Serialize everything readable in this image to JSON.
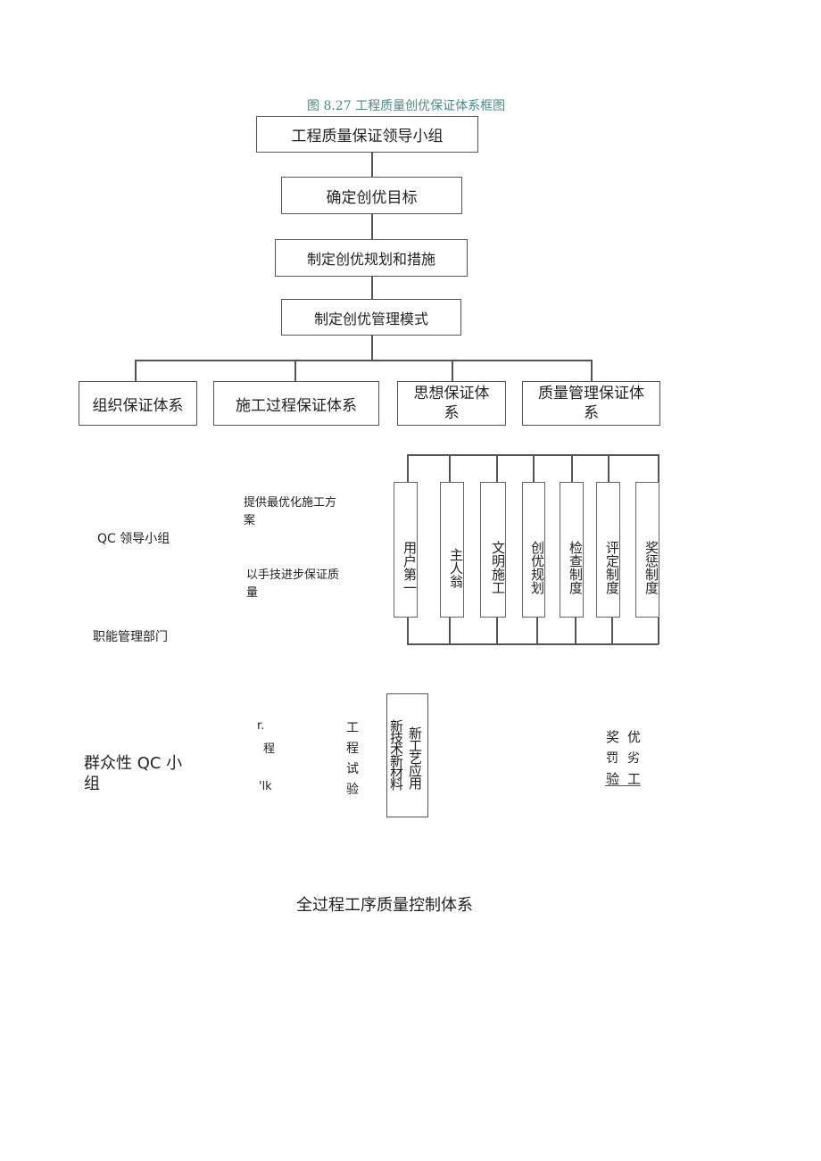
{
  "figure_caption": "图 8.27 工程质量创优保证体系框图",
  "flow": {
    "leader_group": "工程质量保证领导小组",
    "goal": "确定创优目标",
    "plan": "制定创优规划和措施",
    "mode": "制定创优管理模式"
  },
  "systems": {
    "org": "组织保证体系",
    "construction": "施工过程保证体系",
    "thought_line1": "思想保证体",
    "thought_line2": "系",
    "quality_line1": "质量管理保证体",
    "quality_line2": "系"
  },
  "left_column": {
    "qc_leader": "QC 领导小组",
    "functional_dept": "职能管理部门",
    "mass_qc_line1": "群众性 QC 小",
    "mass_qc_line2": "组"
  },
  "mid_notes": {
    "optimize_line1": "提供最优化施工方",
    "optimize_line2": "案",
    "tech_line1": "以手技进步保证质",
    "tech_line2": "量"
  },
  "vertical_items": [
    "用户第一",
    "主人翁",
    "文明施工",
    "创优规划",
    "检查制度",
    "评定制度",
    "奖惩制度"
  ],
  "bottom_fragments": {
    "frag_r": "r.",
    "frag_cheng": "程",
    "frag_lk": "'lk",
    "col_gong": "工",
    "col_cheng": "程",
    "col_shi": "试",
    "col_yan": "验",
    "new_tech_a": "新技术新材料",
    "new_tech_b": "新工艺应用",
    "reward_col1": [
      "奖",
      "罚",
      "验"
    ],
    "reward_col2": [
      "优",
      "劣",
      "工"
    ]
  },
  "bottom_title": "全过程工序质量控制体系"
}
